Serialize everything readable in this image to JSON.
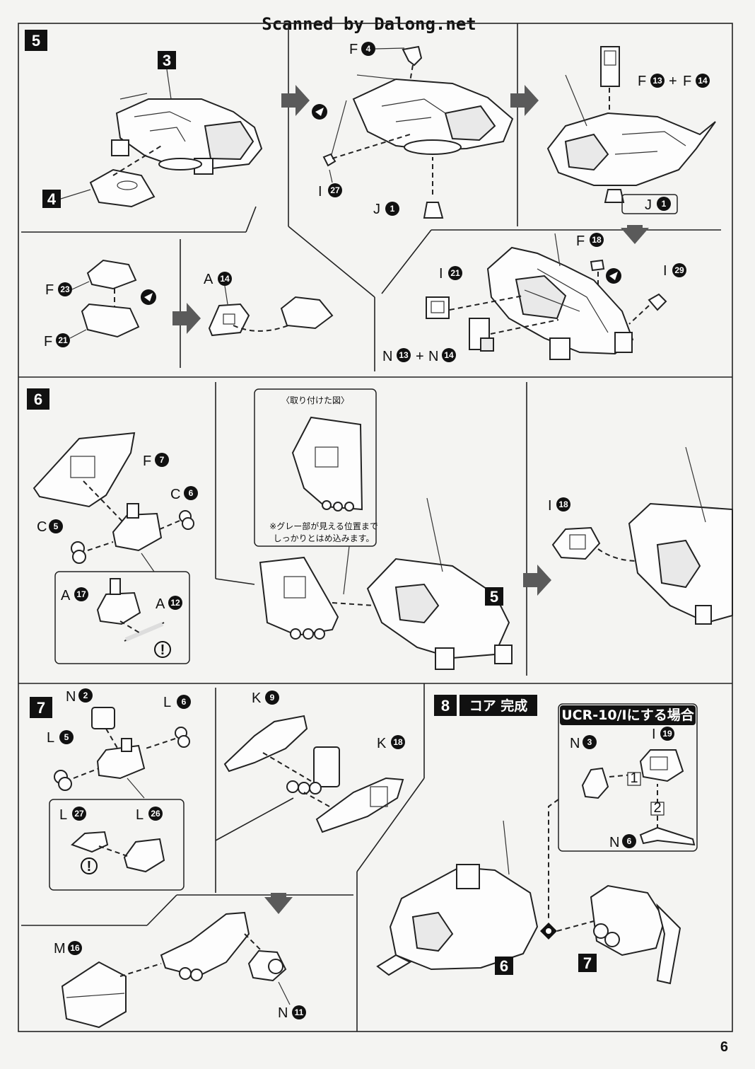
{
  "header": {
    "scan_credit": "Scanned by Dalong.net"
  },
  "page_number": "6",
  "steps": {
    "s5": {
      "number": "5",
      "callouts": [
        "3",
        "4"
      ],
      "parts": {
        "f4": {
          "letter": "F",
          "num": "4"
        },
        "i27": {
          "letter": "I",
          "num": "27"
        },
        "j1a": {
          "letter": "J",
          "num": "1"
        },
        "f13f14": {
          "letter": "F",
          "num": "13",
          "plus": "+",
          "letter2": "F",
          "num2": "14"
        },
        "j1b": {
          "letter": "J",
          "num": "1"
        },
        "f23": {
          "letter": "F",
          "num": "23"
        },
        "f21": {
          "letter": "F",
          "num": "21"
        },
        "a14": {
          "letter": "A",
          "num": "14"
        },
        "f18": {
          "letter": "F",
          "num": "18"
        },
        "i21": {
          "letter": "I",
          "num": "21"
        },
        "i29": {
          "letter": "I",
          "num": "29"
        },
        "n13n14": {
          "letter": "N",
          "num": "13",
          "plus": "+",
          "letter2": "N",
          "num2": "14"
        }
      }
    },
    "s6": {
      "number": "6",
      "callouts": [
        "5"
      ],
      "inset_title": "〈取り付けた図〉",
      "note_line1": "※グレー部が見える位置まで",
      "note_line2": "しっかりとはめ込みます。",
      "parts": {
        "f7": {
          "letter": "F",
          "num": "7"
        },
        "c6": {
          "letter": "C",
          "num": "6"
        },
        "c5": {
          "letter": "C",
          "num": "5"
        },
        "a17": {
          "letter": "A",
          "num": "17"
        },
        "a12": {
          "letter": "A",
          "num": "12"
        },
        "i18": {
          "letter": "I",
          "num": "18"
        }
      }
    },
    "s7": {
      "number": "7",
      "parts": {
        "n2": {
          "letter": "N",
          "num": "2"
        },
        "l6": {
          "letter": "L",
          "num": "6"
        },
        "l5": {
          "letter": "L",
          "num": "5"
        },
        "l27": {
          "letter": "L",
          "num": "27"
        },
        "l26": {
          "letter": "L",
          "num": "26"
        },
        "k9": {
          "letter": "K",
          "num": "9"
        },
        "k18": {
          "letter": "K",
          "num": "18"
        },
        "m16": {
          "letter": "M",
          "num": "16"
        },
        "n11": {
          "letter": "N",
          "num": "11"
        }
      }
    },
    "s8": {
      "number": "8",
      "title": "コア 完成",
      "alt_box_title": "UCR-10/Iにする場合",
      "order_1": "1",
      "order_2": "2",
      "callouts": [
        "6",
        "7"
      ],
      "parts": {
        "n3": {
          "letter": "N",
          "num": "3"
        },
        "i19": {
          "letter": "I",
          "num": "19"
        },
        "n6": {
          "letter": "N",
          "num": "6"
        }
      }
    }
  }
}
